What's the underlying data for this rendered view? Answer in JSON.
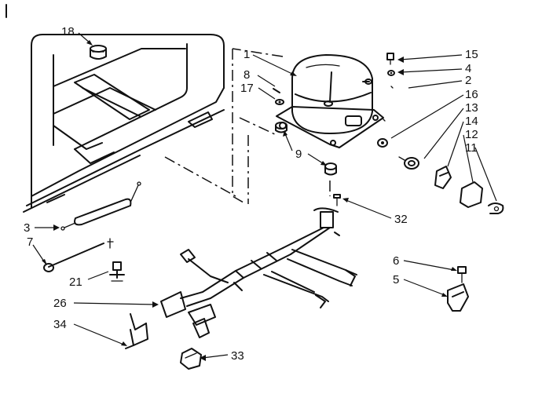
{
  "callouts": [
    {
      "id": "c18",
      "label": "18"
    },
    {
      "id": "c1",
      "label": "1"
    },
    {
      "id": "c8",
      "label": "8"
    },
    {
      "id": "c17",
      "label": "17"
    },
    {
      "id": "c9",
      "label": "9"
    },
    {
      "id": "c15",
      "label": "15"
    },
    {
      "id": "c4",
      "label": "4"
    },
    {
      "id": "c2",
      "label": "2"
    },
    {
      "id": "c16",
      "label": "16"
    },
    {
      "id": "c13",
      "label": "13"
    },
    {
      "id": "c14",
      "label": "14"
    },
    {
      "id": "c12",
      "label": "12"
    },
    {
      "id": "c11",
      "label": "11"
    },
    {
      "id": "c32",
      "label": "32"
    },
    {
      "id": "c3",
      "label": "3"
    },
    {
      "id": "c7",
      "label": "7"
    },
    {
      "id": "c21",
      "label": "21"
    },
    {
      "id": "c26",
      "label": "26"
    },
    {
      "id": "c34",
      "label": "34"
    },
    {
      "id": "c33",
      "label": "33"
    },
    {
      "id": "c6",
      "label": "6"
    },
    {
      "id": "c5",
      "label": "5"
    }
  ],
  "colors": {
    "ink": "#111111",
    "paper": "#ffffff"
  }
}
